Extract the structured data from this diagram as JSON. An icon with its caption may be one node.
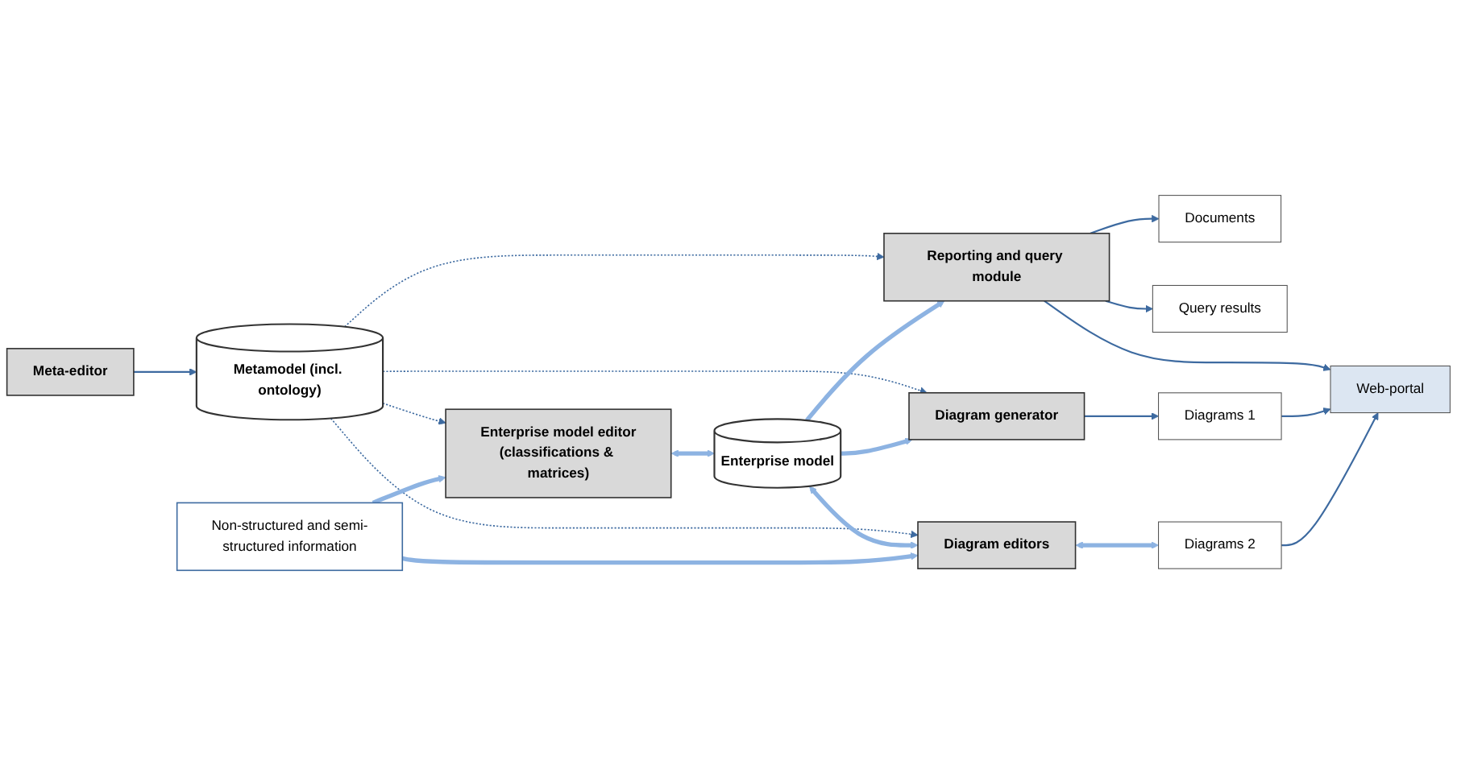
{
  "diagram": {
    "nodes": [
      {
        "text": [
          "Meta-editor"
        ]
      },
      {
        "text": [
          "Metamodel (incl. ontology)"
        ]
      },
      {
        "text": [
          "Non-structured and semi-structured information"
        ]
      },
      {
        "text": [
          "Enterprise model editor",
          "(classifications & matrices)"
        ]
      },
      {
        "text": [
          "Enterprise model"
        ]
      },
      {
        "text": [
          "Reporting and query module"
        ]
      },
      {
        "text": [
          "Documents"
        ]
      },
      {
        "text": [
          "Query results"
        ]
      },
      {
        "text": [
          "Web-portal"
        ]
      },
      {
        "text": [
          "Diagram generator"
        ]
      },
      {
        "text": [
          "Diagrams 1"
        ]
      },
      {
        "text": [
          "Diagram editors"
        ]
      },
      {
        "text": [
          "Diagrams 2"
        ]
      }
    ],
    "edges": [
      {
        "from": 0,
        "to": 1,
        "arrow": "to"
      },
      {
        "from": 1,
        "to": 3,
        "arrow": "to",
        "style": "dashed"
      },
      {
        "from": 1,
        "to": 5,
        "arrow": "to",
        "style": "dashed"
      },
      {
        "from": 1,
        "to": 9,
        "arrow": "to",
        "style": "dashed"
      },
      {
        "from": 1,
        "to": 11,
        "arrow": "to",
        "style": "dashed"
      },
      {
        "from": 2,
        "to": 3,
        "arrow": "to",
        "style": "thick",
        "color": "#8db3e2"
      },
      {
        "from": 3,
        "to": 4,
        "arrow": "both",
        "style": "thick",
        "color": "#8db3e2"
      },
      {
        "from": 4,
        "to": 5,
        "arrow": "to",
        "style": "thick",
        "color": "#8db3e2"
      },
      {
        "from": 4,
        "to": 11,
        "arrow": "both",
        "style": "thick",
        "color": "#8db3e2"
      },
      {
        "from": 4,
        "to": 9,
        "arrow": "to",
        "style": "thick",
        "color": "#8db3e2"
      },
      {
        "from": 2,
        "to": 11,
        "arrow": "to",
        "style": "thick",
        "color": "#8db3e2"
      },
      {
        "from": 5,
        "to": 6,
        "arrow": "to"
      },
      {
        "from": 5,
        "to": 7,
        "arrow": "to"
      },
      {
        "from": 5,
        "to": 8,
        "arrow": "to"
      },
      {
        "from": 9,
        "to": 10,
        "arrow": "to"
      },
      {
        "from": 11,
        "to": 12,
        "arrow": "both",
        "style": "thick",
        "color": "#8db3e2"
      },
      {
        "from": 10,
        "to": 8,
        "arrow": "to"
      },
      {
        "from": 12,
        "to": 8,
        "arrow": "to"
      }
    ]
  }
}
